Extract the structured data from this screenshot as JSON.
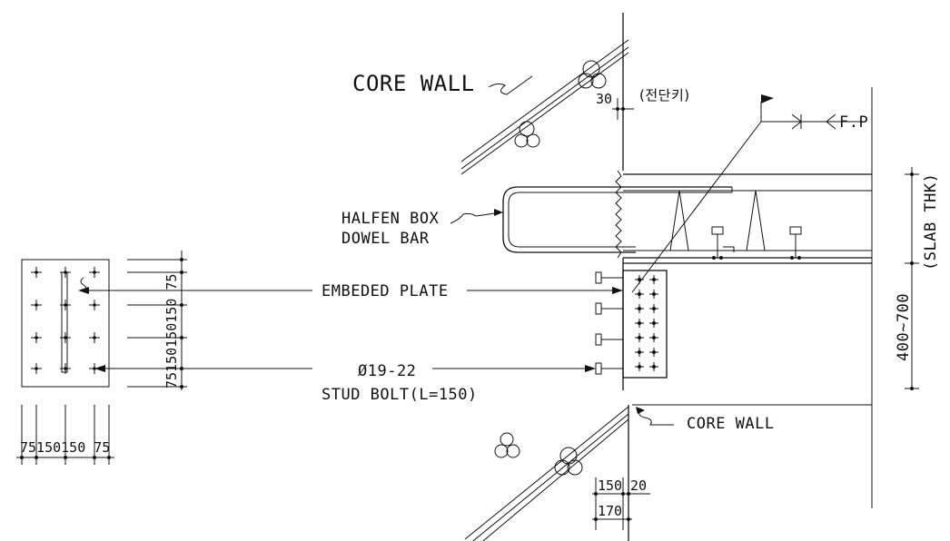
{
  "labels": {
    "core_wall_top": "CORE WALL",
    "shear_key": "(전단키)",
    "fp": "F.P",
    "halfen_line1": "HALFEN BOX",
    "halfen_line2": "DOWEL BAR",
    "embeded_plate": "EMBEDED PLATE",
    "stud_line1": "Ø19-22",
    "stud_line2": "STUD BOLT(L=150)",
    "core_wall_bottom": "CORE WALL",
    "slab_thk": "(SLAB THK)",
    "depth_range": "400~700"
  },
  "dimensions": {
    "shear_key_gap": "30",
    "wall_150": "150",
    "wall_20": "20",
    "wall_170": "170",
    "plate_vertical": "75150150150 75",
    "plate_horizontal": "75150150 75"
  }
}
